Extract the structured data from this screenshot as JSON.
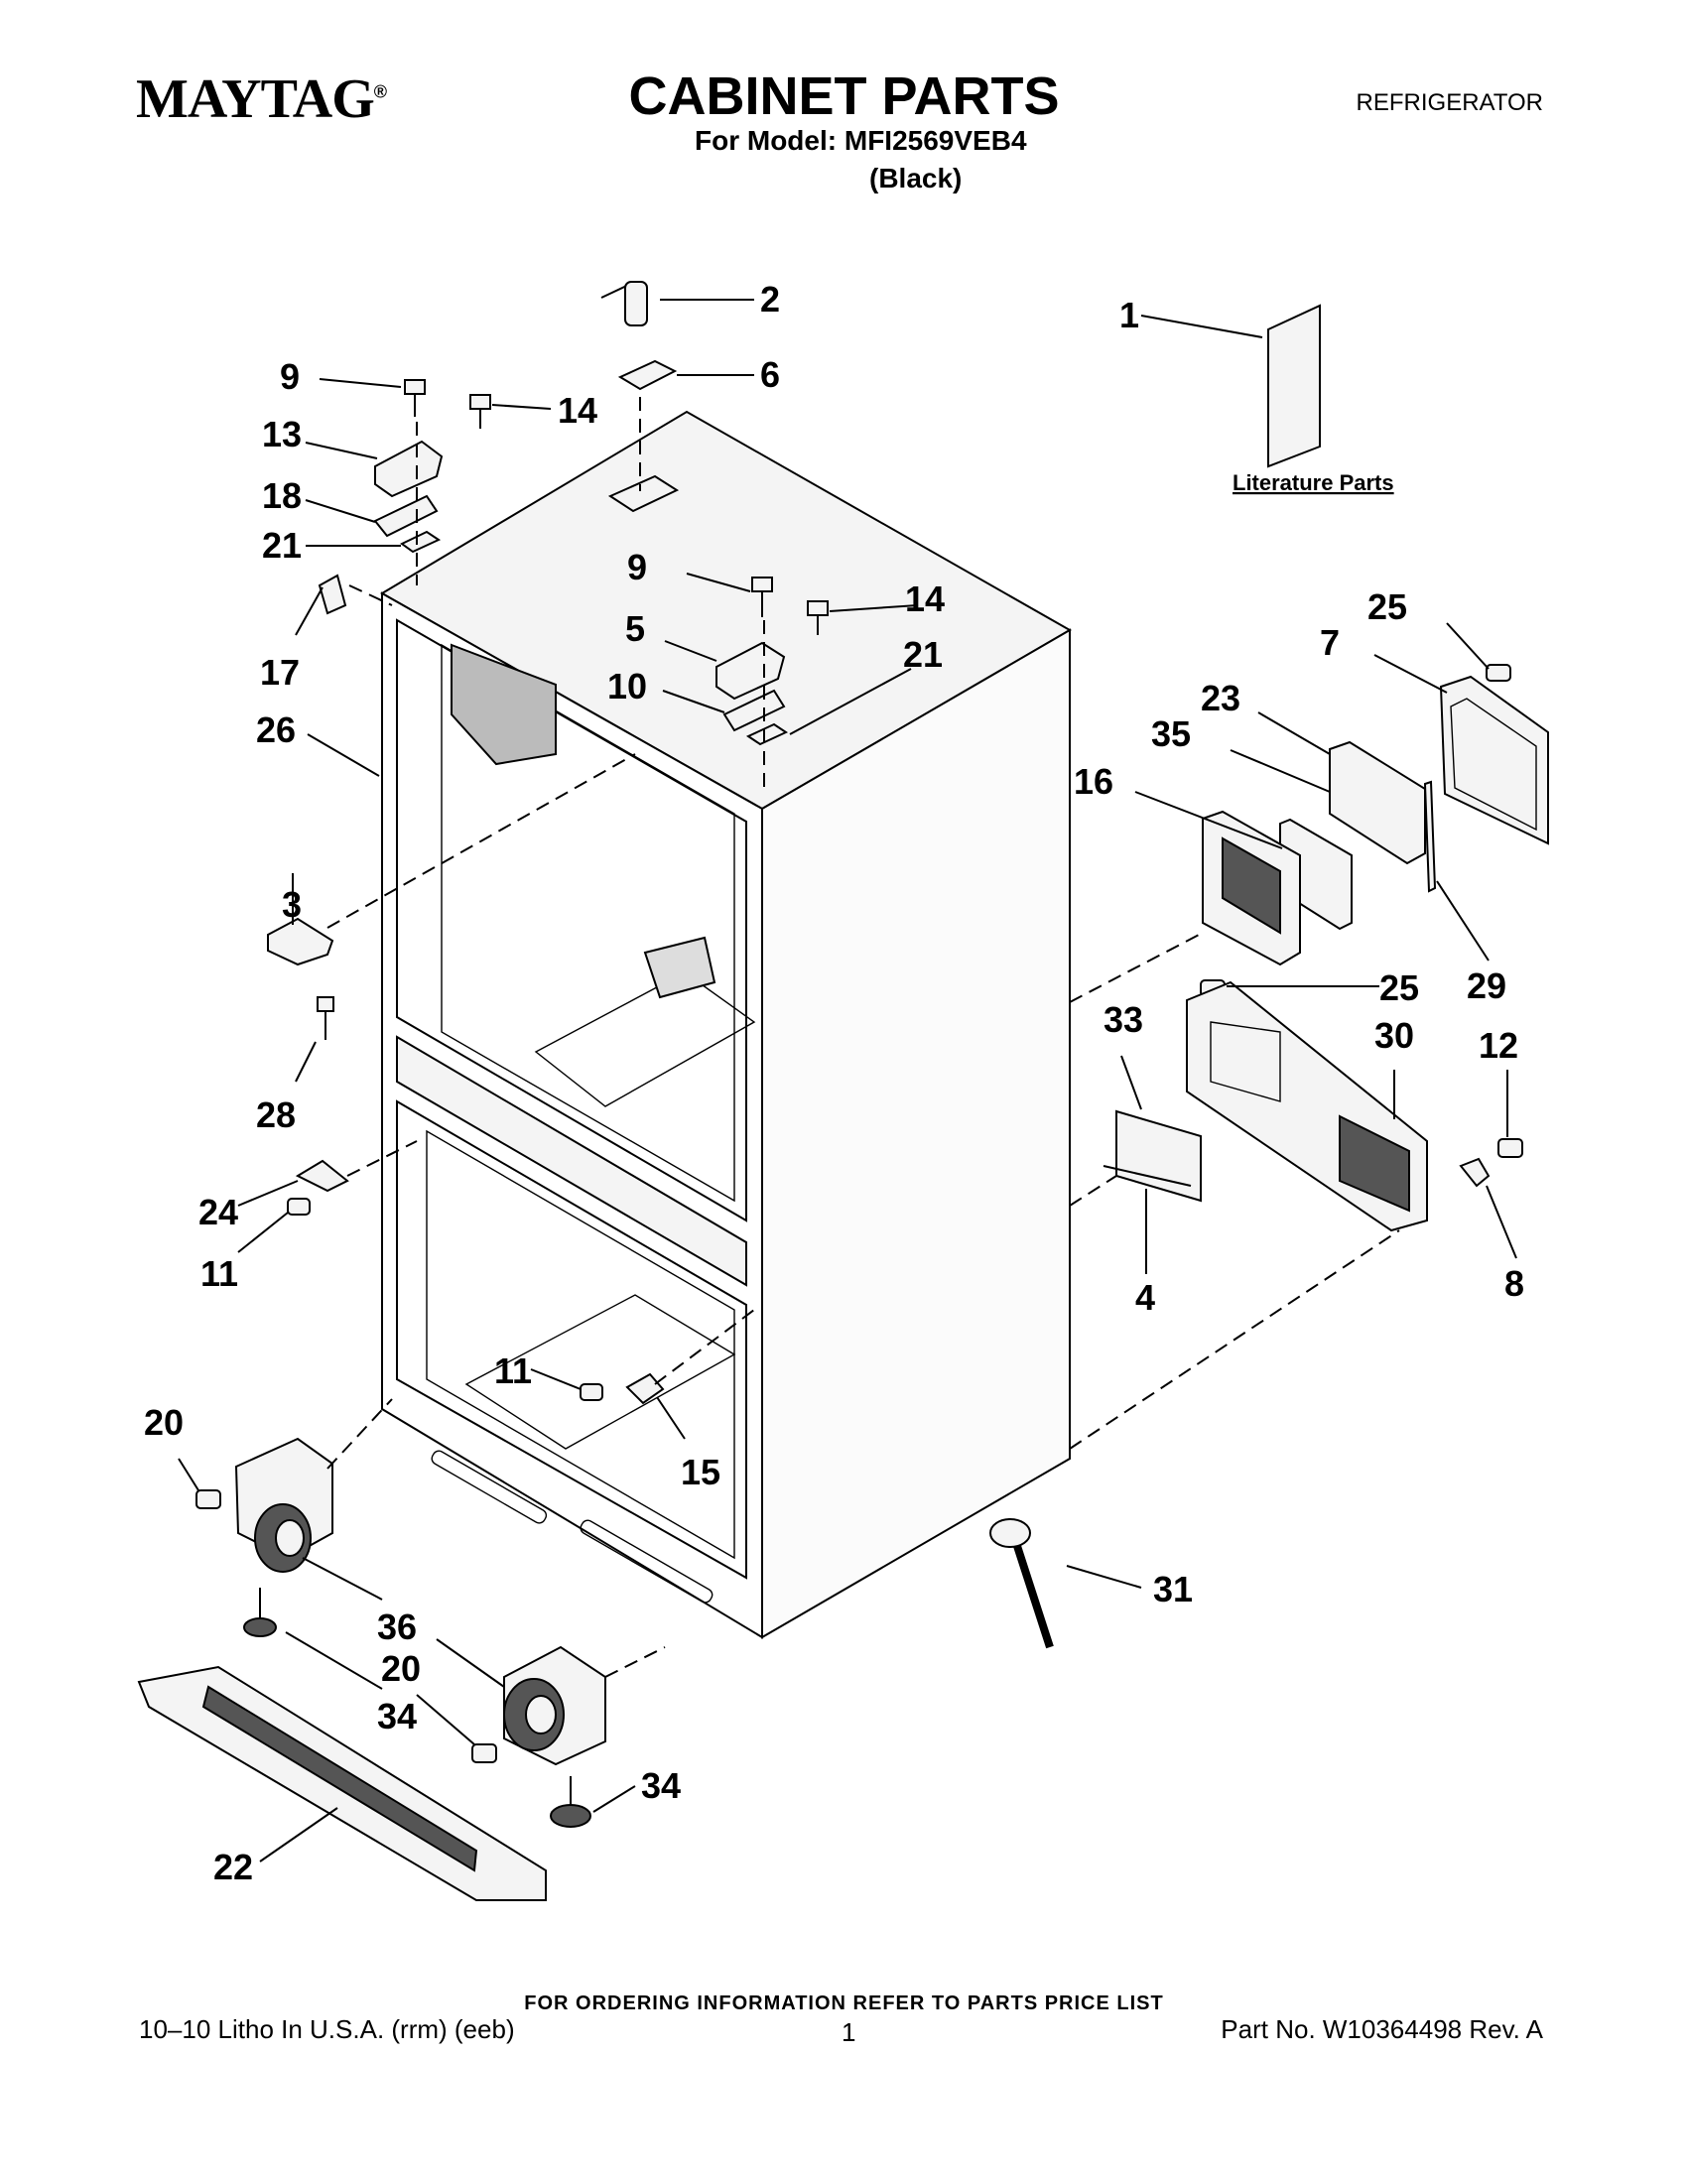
{
  "header": {
    "brand": "MAYTAG",
    "brand_mark": "®",
    "title": "CABINET PARTS",
    "model_line": "For Model: MFI2569VEB4",
    "color_line": "(Black)",
    "category": "REFRIGERATOR"
  },
  "diagram": {
    "literature_label": "Literature Parts",
    "callouts": [
      "1",
      "2",
      "3",
      "4",
      "5",
      "6",
      "7",
      "8",
      "9",
      "9",
      "10",
      "11",
      "11",
      "12",
      "13",
      "14",
      "14",
      "15",
      "16",
      "17",
      "18",
      "20",
      "20",
      "21",
      "21",
      "22",
      "23",
      "24",
      "25",
      "25",
      "26",
      "28",
      "29",
      "30",
      "31",
      "33",
      "34",
      "34",
      "35",
      "36"
    ]
  },
  "footer": {
    "order_note": "FOR ORDERING INFORMATION REFER TO PARTS PRICE LIST",
    "print_info": "10–10 Litho In U.S.A. (rrm) (eeb)",
    "page_number": "1",
    "part_number": "Part No. W10364498 Rev. A"
  }
}
